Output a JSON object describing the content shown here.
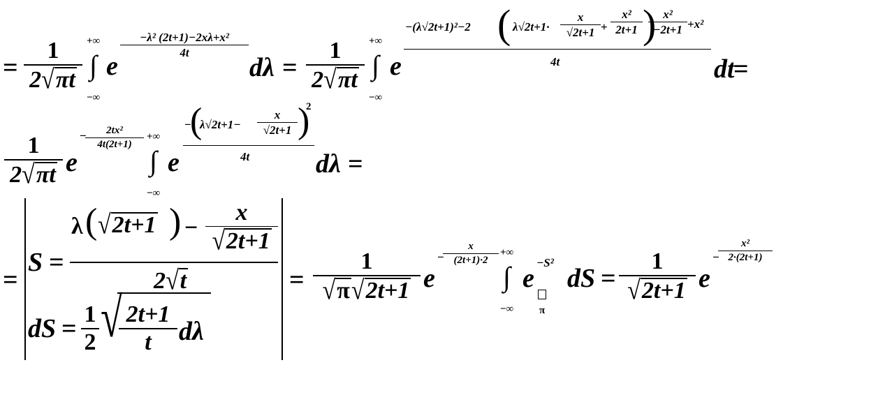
{
  "glyphs": {
    "eq": "=",
    "one": "1",
    "e": "e",
    "int": "∫",
    "inf_up": "+∞",
    "inf_dn": "−∞",
    "dlambda": "dλ",
    "dt": "dt",
    "dS": "dS",
    "sqrt": "√",
    "half_num": "1",
    "half_den": "2",
    "pi": "π"
  },
  "line1": {
    "coef_den_left": "2",
    "coef_den_sqrt": "πt",
    "exp1_num": "−λ² (2t+1)−2xλ+x²",
    "exp1_den": "4t",
    "exp2_num_a": "−(λ√2t+1)²−2",
    "exp2_paren_lead": "λ√2t+1·",
    "exp2_frac1_num": "x",
    "exp2_frac1_den": "√2t+1",
    "exp2_plus": "+",
    "exp2_frac2_num": "x²",
    "exp2_frac2_den": "2t+1",
    "exp2_frac3_num": "x²",
    "exp2_frac3_den": "−2t+1",
    "exp2_tail": "+x²",
    "exp2_den": "4t"
  },
  "line2": {
    "exp_prefix": "−",
    "exp_num": "2tx²",
    "exp_den": "4t(2t+1)",
    "inner_lead": "−",
    "inner_lambda": "λ√2t+1−",
    "inner_frac_num": "x",
    "inner_frac_den": "√2t+1",
    "inner_sq": "2",
    "inner_den": "4t"
  },
  "line3": {
    "S": "S",
    "lambda_part": "λ",
    "sqrt_body": "2t+1",
    "minus": "−",
    "x": "x",
    "den_two": "2",
    "t": "t",
    "sqrt_frac_num": "2t+1",
    "sqrt_frac_den": "t",
    "res1_den_a": "π",
    "res1_den_b": "2t+1",
    "res1_exp_prefix": "−",
    "res1_exp_num": "x",
    "res1_exp_den": "(2t+1)·2",
    "gauss_exp": "−S²",
    "res2_den": "2t+1",
    "res2_exp_prefix": "−",
    "res2_exp_num": "x²",
    "res2_exp_den": "2·(2t+1)"
  }
}
